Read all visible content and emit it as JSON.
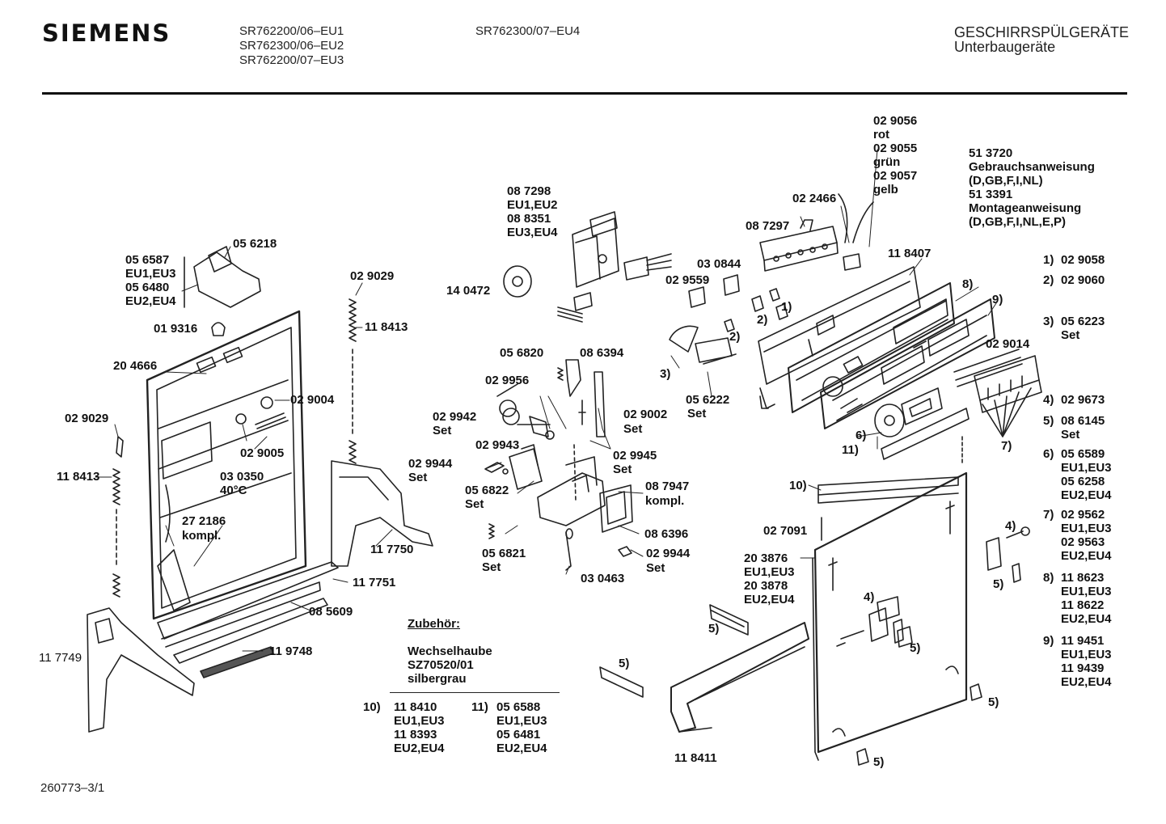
{
  "header": {
    "brand": "SIEMENS",
    "models_left": [
      "SR762200/06–EU1",
      "SR762300/06–EU2",
      "SR762200/07–EU3"
    ],
    "models_mid": "SR762300/07–EU4",
    "category": "GESCHIRRSPÜLGERÄTE",
    "subcategory": "Unterbaugeräte"
  },
  "labels": {
    "p056218": "05 6218",
    "p056587": "05 6587",
    "eu1eu3_a": "EU1,EU3",
    "p056480": "05 6480",
    "eu2eu4_a": "EU2,EU4",
    "p019316": "01 9316",
    "p204666": "20 4666",
    "p029029a": "02 9029",
    "p118413a": "11 8413",
    "p029029b": "02 9029",
    "p118413b": "11 8413",
    "p029004": "02 9004",
    "p029005": "02 9005",
    "p030350": "03 0350",
    "temp": "40°C",
    "p272186": "27 2186",
    "kompl_a": "kompl.",
    "p117750": "11 7750",
    "p117751": "11 7751",
    "p085609": "08 5609",
    "p119748": "11 9748",
    "p117749": "11 7749",
    "p087298": "08 7298",
    "eu1eu2": "EU1,EU2",
    "p088351": "08 8351",
    "eu3eu4": "EU3,EU4",
    "p140472": "14 0472",
    "p056820": "05 6820",
    "p086394": "08 6394",
    "p029956": "02 9956",
    "p029942": "02 9942",
    "set_a": "Set",
    "p029002": "02 9002",
    "set_b": "Set",
    "p029943": "02 9943",
    "p029945": "02 9945",
    "set_c": "Set",
    "p029944a": "02 9944",
    "set_d": "Set",
    "p056822": "05 6822",
    "set_e": "Set",
    "p087947": "08 7947",
    "kompl_b": "kompl.",
    "p086396": "08 6396",
    "p029944b": "02 9944",
    "set_f": "Set",
    "p056821": "05 6821",
    "set_g": "Set",
    "p030463": "03 0463",
    "p029056": "02 9056",
    "rot": "rot",
    "p029055": "02 9055",
    "gruen": "grün",
    "p029057": "02 9057",
    "gelb": "gelb",
    "p022466": "02 2466",
    "p087297": "08 7297",
    "p118407": "11 8407",
    "p030844": "03 0844",
    "p029559": "02 9559",
    "c1": "1)",
    "c2a": "2)",
    "c2b": "2)",
    "c3": "3)",
    "p056222": "05 6222",
    "set_h": "Set",
    "c8": "8)",
    "c9": "9)",
    "p029014": "02 9014",
    "c6": "6)",
    "c11": "11)",
    "c7": "7)",
    "c10": "10)",
    "p027091": "02 7091",
    "p203876": "20 3876",
    "eu1eu3_b": "EU1,EU3",
    "p203878": "20 3878",
    "eu2eu4_b": "EU2,EU4",
    "c4a": "4)",
    "c4b": "4)",
    "c5a": "5)",
    "c5b": "5)",
    "c5c": "5)",
    "c5d": "5)",
    "c5e": "5)",
    "c5f": "5)",
    "p118411": "11 8411"
  },
  "docs": {
    "lines": [
      "51 3720",
      "Gebrauchsanweisung",
      "(D,GB,F,I,NL)",
      "51 3391",
      "Montageanweisung",
      "(D,GB,F,I,NL,E,P)"
    ]
  },
  "legend": [
    {
      "num": "1)",
      "lines": [
        "02 9058"
      ]
    },
    {
      "num": "2)",
      "lines": [
        "02 9060"
      ]
    },
    {
      "num": "3)",
      "lines": [
        "05 6223",
        "Set"
      ]
    },
    {
      "num": "4)",
      "lines": [
        "02 9673"
      ]
    },
    {
      "num": "5)",
      "lines": [
        "08 6145",
        "Set"
      ]
    },
    {
      "num": "6)",
      "lines": [
        "05 6589",
        "EU1,EU3",
        "05 6258",
        "EU2,EU4"
      ]
    },
    {
      "num": "7)",
      "lines": [
        "02 9562",
        "EU1,EU3",
        "02 9563",
        "EU2,EU4"
      ]
    },
    {
      "num": "8)",
      "lines": [
        "11 8623",
        "EU1,EU3",
        "11 8622",
        "EU2,EU4"
      ]
    },
    {
      "num": "9)",
      "lines": [
        "11 9451",
        "EU1,EU3",
        "11 9439",
        "EU2,EU4"
      ]
    }
  ],
  "accessory": {
    "title": "Zubehör:",
    "lines": [
      "Wechselhaube",
      "SZ70520/01",
      "silbergrau"
    ],
    "item10": {
      "num": "10)",
      "lines": [
        "11 8410",
        "EU1,EU3",
        "11 8393",
        "EU2,EU4"
      ]
    },
    "item11": {
      "num": "11)",
      "lines": [
        "05 6588",
        "EU1,EU3",
        "05 6481",
        "EU2,EU4"
      ]
    }
  },
  "footer": "260773–3/1"
}
